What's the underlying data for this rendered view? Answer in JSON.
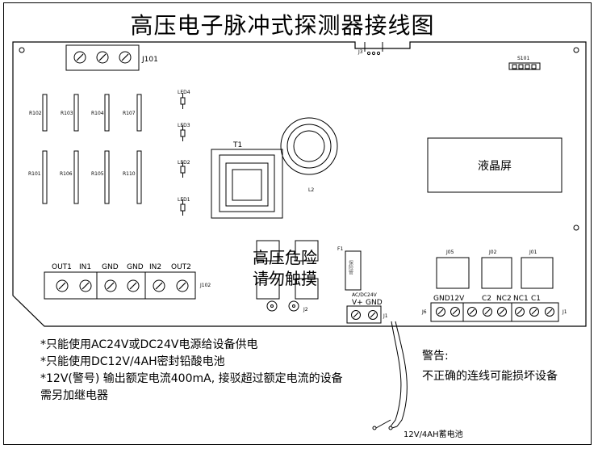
{
  "title": "高压电子脉冲式探测器接线图",
  "components": {
    "j101": "J101",
    "j3": "J3",
    "s101": "S101",
    "t1": "T1",
    "l2": "L2",
    "lcd": "液晶屏",
    "f1": "F1",
    "fuse": "保险管",
    "ac_dc": "AC/DC24V",
    "j2": "J2",
    "j1_left": "J1",
    "j102": "J102",
    "j05": "J05",
    "j02": "J02",
    "j01": "J01",
    "j6": "J6",
    "j1_right": "J1"
  },
  "resistors_top": [
    "R102",
    "R103",
    "R104",
    "R107"
  ],
  "resistors_bottom": [
    "R101",
    "R106",
    "R105",
    "R110"
  ],
  "leds": [
    "LED4",
    "LED3",
    "LED2",
    "LED1"
  ],
  "left_terminal_labels": [
    "OUT1",
    "IN1",
    "GND",
    "GND",
    "IN2",
    "OUT2"
  ],
  "power_terminal_labels": [
    "V+",
    "GND"
  ],
  "right_terminal_labels": [
    "GND12V",
    "C2",
    "NC2",
    "NC1",
    "C1"
  ],
  "danger_text": [
    "高压危险",
    "请勿触摸"
  ],
  "notes": [
    "*只能使用AC24V或DC24V电源给设备供电",
    "*只能使用DC12V/4AH密封铅酸电池",
    "*12V(警号) 输出额定电流400mA, 接驳超过额定电流的设备",
    "需另加继电器"
  ],
  "warning": {
    "title": "警告:",
    "text": "不正确的连线可能损坏设备"
  },
  "battery": "12V/4AH蓄电池"
}
